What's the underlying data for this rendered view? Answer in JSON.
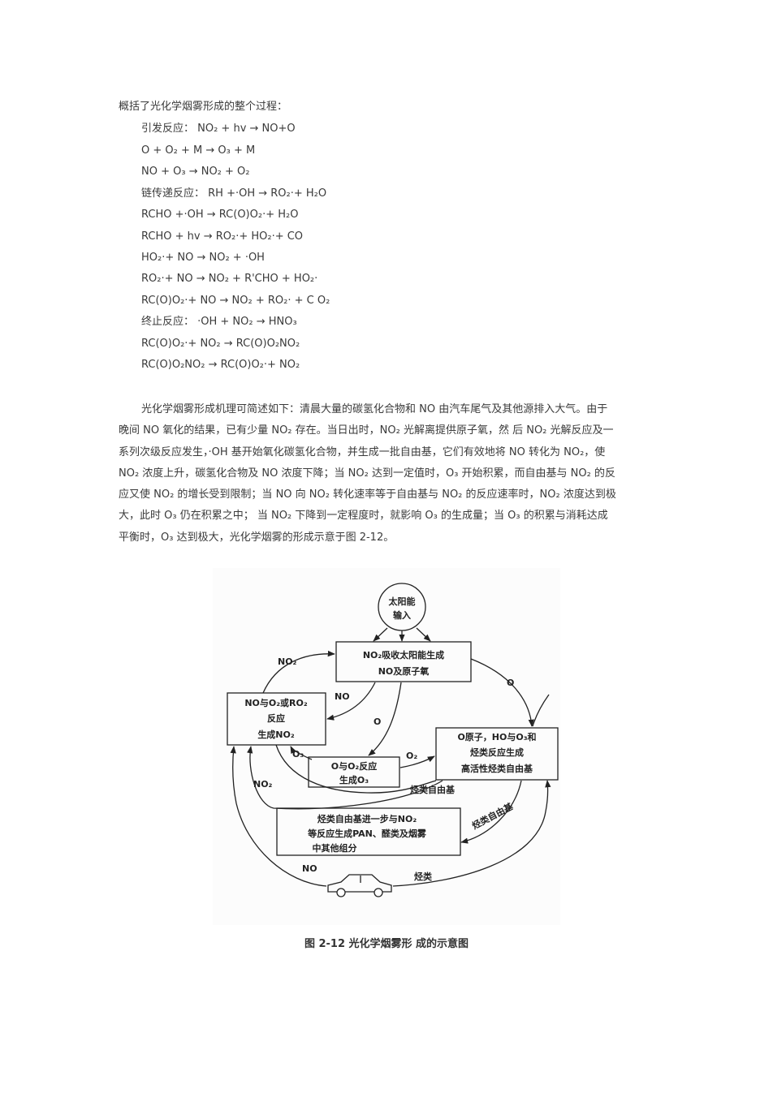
{
  "intro": "概括了光化学烟雾形成的整个过程：",
  "equations": [
    "引发反应：  NO₂ + hv → NO+O",
    "O + O₂ + M → O₃ + M",
    "NO + O₃ → NO₂ + O₂",
    "链传递反应：  RH +·OH → RO₂·+ H₂O",
    "RCHO +·OH → RC(O)O₂·+ H₂O",
    "RCHO + hv → RO₂·+ HO₂·+ CO",
    "HO₂·+ NO → NO₂ + ·OH",
    "RO₂·+ NO → NO₂ + R'CHO + HO₂·",
    "RC(O)O₂·+ NO → NO₂ + RO₂· + C O₂",
    "终止反应：  ·OH + NO₂ → HNO₃",
    "RC(O)O₂·+ NO₂ → RC(O)O₂NO₂",
    "RC(O)O₂NO₂ → RC(O)O₂·+ NO₂"
  ],
  "paragraph_lines": [
    "光化学烟雾形成机理可简述如下：清晨大量的碳氢化合物和 NO 由汽车尾气及其他源排入大气。由于",
    "晚间 NO 氧化的结果，已有少量 NO₂ 存在。当日出时，NO₂ 光解离提供原子氧，然 后 NO₂ 光解反应及一",
    "系列次级反应发生，·OH 基开始氧化碳氢化合物，并生成一批自由基，它们有效地将 NO 转化为 NO₂，使",
    "NO₂ 浓度上升，碳氢化合物及 NO 浓度下降；当 NO₂ 达到一定值时，O₃ 开始积累，而自由基与 NO₂ 的反",
    "应又使 NO₂ 的增长受到限制；当 NO 向 NO₂ 转化速率等于自由基与 NO₂ 的反应速率时，NO₂ 浓度达到极",
    "大，此时 O₃ 仍在积累之中；  当 NO₂ 下降到一定程度时，就影响 O₃ 的生成量；当 O₃ 的积累与消耗达成",
    "平衡时，O₃ 达到极大，光化学烟雾的形成示意于图 2-12。"
  ],
  "diagram": {
    "solar": [
      "太阳能",
      "输入"
    ],
    "box_top": [
      "NO₂吸收太阳能生成",
      "NO及原子氧"
    ],
    "box_left": [
      "NO与O₂或RO₂",
      "反应",
      "生成NO₂"
    ],
    "box_mid": [
      "O与O₂反应",
      "生成O₃"
    ],
    "box_right": [
      "O原子，HO与O₃和",
      "烃类反应生成",
      "高活性烃类自由基"
    ],
    "box_bottom": [
      "烃类自由基进一步与NO₂",
      "等反应生成PAN、醛类及烟雾",
      "中其他组分"
    ],
    "labels": {
      "no2_top": "NO₂",
      "no_mid": "NO",
      "o_mid": "O",
      "o_right": "O",
      "o3": "O₃",
      "o2": "O₂",
      "no2_left": "NO₂",
      "radical1": "烃类自由基",
      "radical2": "烃类自由基",
      "no_bottom": "NO",
      "hc_bottom": "烃类"
    }
  },
  "caption": "图 2-12 光化学烟雾形 成的示意图"
}
